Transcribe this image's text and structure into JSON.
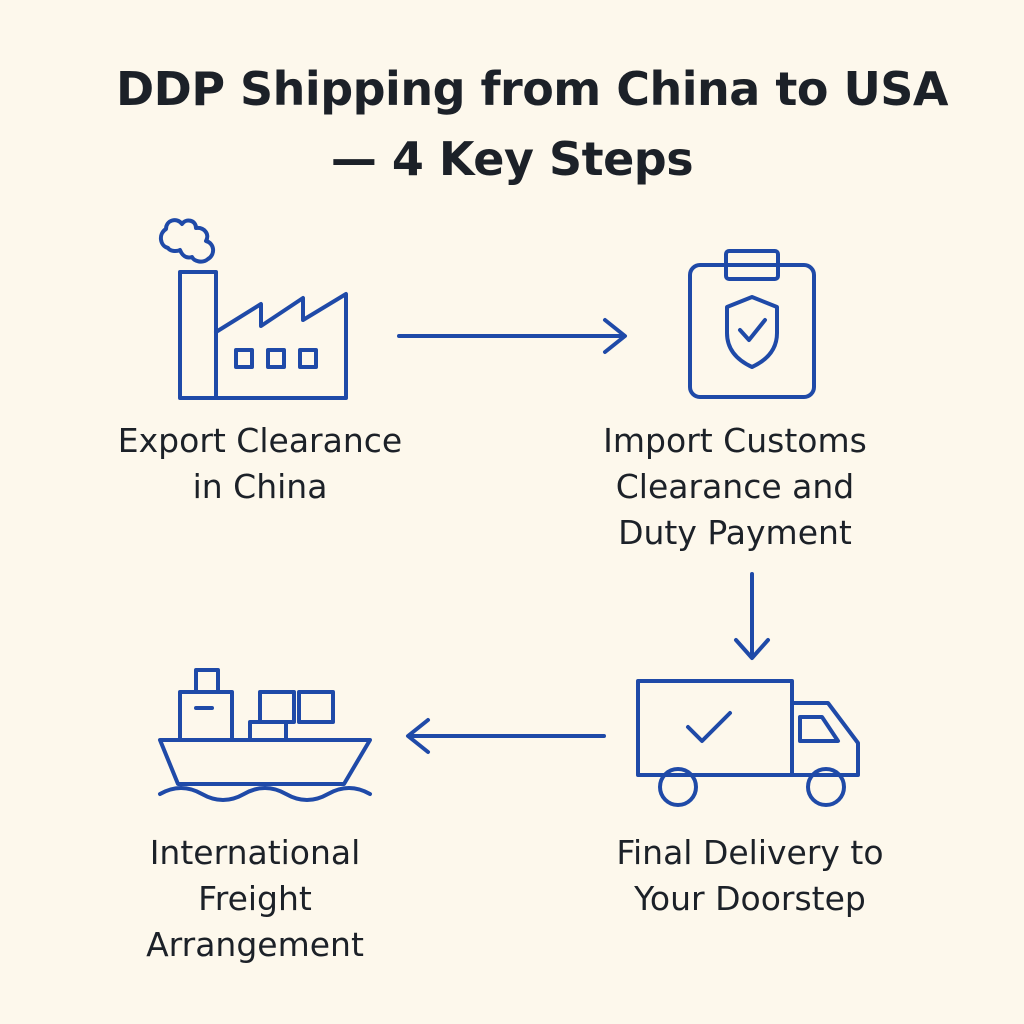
{
  "title": {
    "line1": "DDP Shipping from China to USA",
    "line2": "— 4 Key Steps"
  },
  "steps": [
    {
      "label": "Export Clearance\nin China",
      "icon": "factory-icon"
    },
    {
      "label": "Import Customs\nClearance and\nDuty Payment",
      "icon": "shield-clipboard-icon"
    },
    {
      "label": "International\nFreight\nArrangement",
      "icon": "cargo-ship-icon"
    },
    {
      "label": "Final Delivery to\nYour Doorstep",
      "icon": "delivery-truck-icon"
    }
  ],
  "colors": {
    "accent": "#1f4aa8",
    "background": "#fdf8ec",
    "text": "#1c2128"
  }
}
